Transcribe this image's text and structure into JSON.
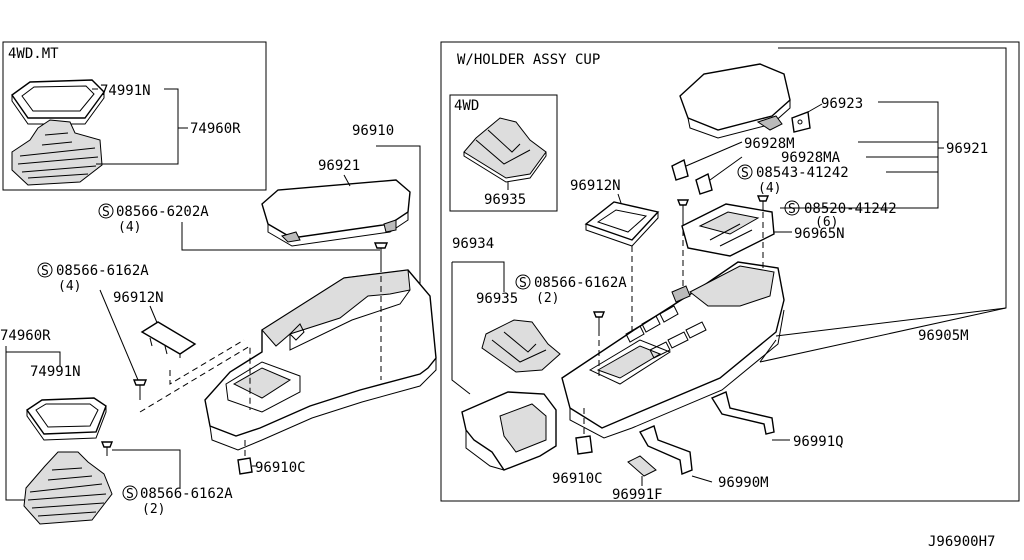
{
  "boxes": {
    "mt4wd_title": "4WD.MT",
    "cup_title": "W/HOLDER ASSY CUP",
    "inner4wd_title": "4WD"
  },
  "labels": {
    "p74991N_a": "74991N",
    "p74960R_a": "74960R",
    "p96910": "96910",
    "p96921_a": "96921",
    "p08566_6202A": "08566-6202A",
    "q4_a": "(4)",
    "p08566_6162A_a": "08566-6162A",
    "q4_b": "(4)",
    "p96912N_a": "96912N",
    "p74960R_b": "74960R",
    "p74991N_b": "74991N",
    "p96910C_a": "96910C",
    "p08566_6162A_b": "08566-6162A",
    "q2_a": "(2)",
    "p96935_a": "96935",
    "p96923": "96923",
    "p96928M": "96928M",
    "p96928MA": "96928MA",
    "p96921_b": "96921",
    "p08543_41242": "08543-41242",
    "q4_c": "(4)",
    "p08520_41242": "08520-41242",
    "q6": "(6)",
    "p96912N_b": "96912N",
    "p96965N": "96965N",
    "p96934": "96934",
    "p08566_6162A_c": "08566-6162A",
    "q2_b": "(2)",
    "p96935_b": "96935",
    "p96905M": "96905M",
    "p96991Q": "96991Q",
    "p96910C_b": "96910C",
    "p96990M": "96990M",
    "p96991F": "96991F",
    "diagram_id": "J96900H7"
  },
  "symbols": {
    "screw_mark": "S"
  }
}
